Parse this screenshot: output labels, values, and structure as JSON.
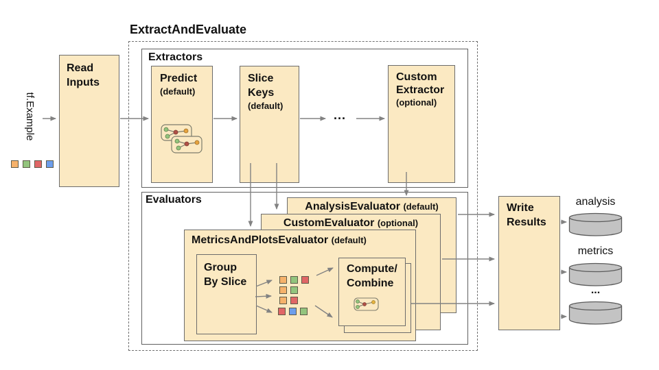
{
  "title": "ExtractAndEvaluate",
  "input": {
    "label": "tf.Example",
    "squares": [
      "orange",
      "green",
      "red",
      "blue"
    ]
  },
  "read_inputs": {
    "line1": "Read",
    "line2": "Inputs"
  },
  "extractors": {
    "label": "Extractors",
    "predict_name": "Predict",
    "predict_qualifier": "(default)",
    "slice_keys_line1": "Slice",
    "slice_keys_line2": "Keys",
    "slice_keys_qualifier": "(default)",
    "ellipsis": "...",
    "custom_line1": "Custom",
    "custom_line2": "Extractor",
    "custom_qualifier": "(optional)"
  },
  "evaluators": {
    "label": "Evaluators",
    "analysis_name": "AnalysisEvaluator",
    "analysis_qualifier": "(default)",
    "custom_name": "CustomEvaluator",
    "custom_qualifier": "(optional)",
    "metrics_name": "MetricsAndPlotsEvaluator",
    "metrics_qualifier": "(default)",
    "group_line1": "Group",
    "group_line2": "By Slice",
    "compute_line1": "Compute/",
    "compute_line2": "Combine",
    "slice_groups": [
      [
        "orange",
        "green",
        "red"
      ],
      [
        "orange",
        "green"
      ],
      [
        "orange",
        "red"
      ],
      [
        "red",
        "blue",
        "green"
      ]
    ]
  },
  "write_results": {
    "line1": "Write",
    "line2": "Results"
  },
  "outputs": {
    "labels": [
      "analysis",
      "metrics",
      "..."
    ]
  },
  "colors": {
    "box_fill": "#fbe9c2",
    "box_border": "#6b6b6b",
    "container_border": "#5f5f5f",
    "cylinder_fill": "#c3c3c3",
    "cylinder_border": "#5a5a5a",
    "arrow": "#828282",
    "orange": "#f6b26b",
    "green": "#93c47d",
    "red": "#e06666",
    "blue": "#6d9eeb"
  }
}
